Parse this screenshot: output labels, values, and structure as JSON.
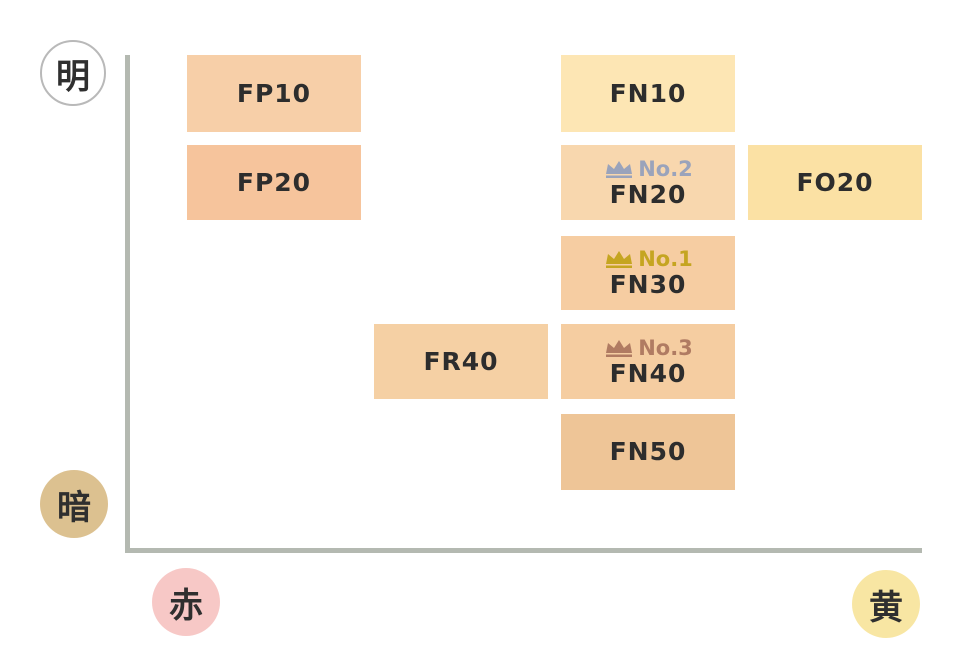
{
  "axes": {
    "bright": "明",
    "dark": "暗",
    "red": "赤",
    "yellow": "黄"
  },
  "shades": {
    "fp10": {
      "code": "FP10",
      "color": "#f7cfa8"
    },
    "fp20": {
      "code": "FP20",
      "color": "#f6c49c"
    },
    "fn10": {
      "code": "FN10",
      "color": "#fde6b4"
    },
    "fn20": {
      "code": "FN20",
      "color": "#f8d7ae",
      "rank": "No.2",
      "rank_color": "#9aa3bb"
    },
    "fo20": {
      "code": "FO20",
      "color": "#fbe1a4"
    },
    "fn30": {
      "code": "FN30",
      "color": "#f6cda2",
      "rank": "No.1",
      "rank_color": "#c5a521"
    },
    "fr40": {
      "code": "FR40",
      "color": "#f5d0a4"
    },
    "fn40": {
      "code": "FN40",
      "color": "#f5cda1",
      "rank": "No.3",
      "rank_color": "#b07b62"
    },
    "fn50": {
      "code": "FN50",
      "color": "#eec597"
    }
  }
}
